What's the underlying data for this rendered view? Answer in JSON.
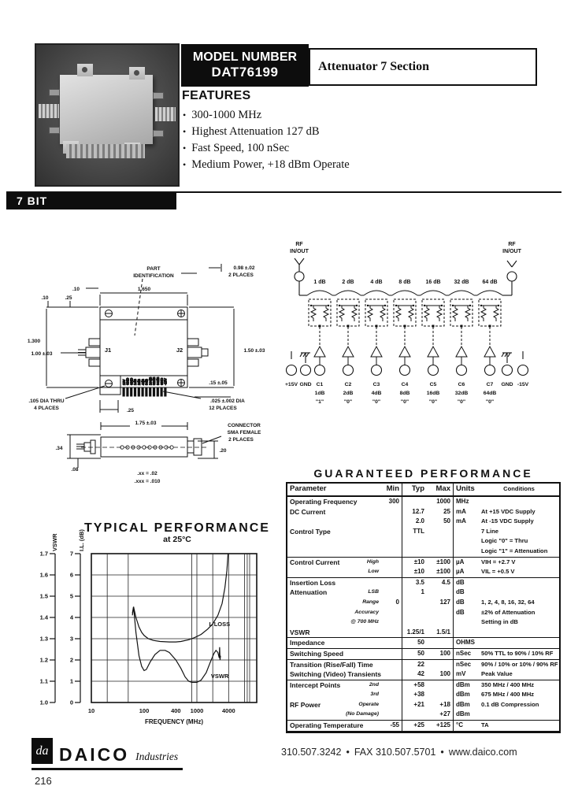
{
  "header": {
    "model_label": "MODEL NUMBER",
    "model_number": "DAT76199",
    "product_title": "Attenuator 7 Section",
    "features_title": "FEATURES",
    "bullet": "•",
    "features": [
      "300-1000 MHz",
      "Highest Attenuation 127 dB",
      "Fast Speed, 100 nSec",
      "Medium Power, +18 dBm Operate"
    ]
  },
  "banner": {
    "label": "7 BIT"
  },
  "mech": {
    "part_id_1": "PART",
    "part_id_2": "IDENTIFICATION",
    "dim_098": "0.98 ±.02",
    "places_2": "2 PLACES",
    "dim_10_top": ".10",
    "dim_10": ".10",
    "dim_25_top": ".25",
    "dim_1650": "1.650",
    "dim_1300": "1.300",
    "dim_100": "1.00 ±.03",
    "j1": "J1",
    "j2": "J2",
    "dim_150": "1.50 ±.03",
    "dim_15": ".15 ±.05",
    "dim_105": ".105 DIA THRU",
    "places_4": "4 PLACES",
    "dim_25_bottom": ".25",
    "dim_025": ".025 ±.002 DIA",
    "places_12": "12 PLACES",
    "pin_labels": [
      "15V",
      "GND",
      "GND",
      "1dB",
      "2dB",
      "4dB",
      "8dB",
      "16dB",
      "32dB",
      "64dB",
      "GND",
      "-15V"
    ],
    "dim_175": "1.75 ±.03",
    "dim_34": ".34",
    "dim_08": ".08",
    "dim_20": ".20",
    "connector_1": "CONNECTOR",
    "connector_2": "SMA FEMALE",
    "connector_3": "2 PLACES",
    "tol_xx": ".xx = .02",
    "tol_xxx": ".xxx = .010"
  },
  "schematic": {
    "rf_1": "RF",
    "rf_2": "IN/OUT",
    "sections": [
      "1 dB",
      "2 dB",
      "4 dB",
      "8 dB",
      "16 dB",
      "32 dB",
      "64 dB"
    ],
    "pins": [
      {
        "label": "+15V"
      },
      {
        "label": "GND"
      },
      {
        "label": "C1",
        "bit": "1dB",
        "logic": "\"1\""
      },
      {
        "label": "C2",
        "bit": "2dB",
        "logic": "\"0\""
      },
      {
        "label": "C3",
        "bit": "4dB",
        "logic": "\"0\""
      },
      {
        "label": "C4",
        "bit": "8dB",
        "logic": "\"0\""
      },
      {
        "label": "C5",
        "bit": "16dB",
        "logic": "\"0\""
      },
      {
        "label": "C6",
        "bit": "32dB",
        "logic": "\"0\""
      },
      {
        "label": "C7",
        "bit": "64dB",
        "logic": "\"0\""
      },
      {
        "label": "GND"
      },
      {
        "label": "-15V"
      }
    ]
  },
  "table": {
    "title": "GUARANTEED PERFORMANCE",
    "headers": [
      "Parameter",
      "Min",
      "Typ",
      "Max",
      "Units",
      "Conditions"
    ],
    "rows": [
      {
        "p": "Operating Frequency",
        "min": "300",
        "max": "1000",
        "u": "MHz"
      },
      {
        "p": "DC Current",
        "typ": "12.7",
        "max": "25",
        "u": "mA",
        "c": "At +15 VDC Supply"
      },
      {
        "typ": "2.0",
        "max": "50",
        "u": "mA",
        "c": "At -15 VDC Supply"
      },
      {
        "p": "Control Type",
        "typ": "TTL",
        "c": "7 Line"
      },
      {
        "c": "Logic \"0\" = Thru"
      },
      {
        "c": "Logic \"1\" = Attenuation"
      },
      {
        "p": "Control Current",
        "s": "High",
        "typ": "±10",
        "max": "±100",
        "u": "µA",
        "c": "VIH = +2.7 V",
        "sep": true
      },
      {
        "s": "Low",
        "typ": "±10",
        "max": "±100",
        "u": "µA",
        "c": "VIL = +0.5 V"
      },
      {
        "p": "Insertion Loss",
        "typ": "3.5",
        "max": "4.5",
        "u": "dB",
        "sep": true
      },
      {
        "p": "Attenuation",
        "s": "LSB",
        "typ": "1",
        "u": "dB"
      },
      {
        "s": "Range",
        "min": "0",
        "max": "127",
        "u": "dB",
        "c": "1, 2, 4, 8, 16, 32, 64"
      },
      {
        "s": "Accuracy",
        "u": "dB",
        "c": "±2% of Attenuation"
      },
      {
        "s": "@ 700 MHz",
        "c": "Setting in dB"
      },
      {
        "p": "VSWR",
        "typ": "1.25/1",
        "max": "1.5/1"
      },
      {
        "p": "Impedance",
        "typ": "50",
        "u": "OHMS",
        "sep": true
      },
      {
        "p": "Switching Speed",
        "typ": "50",
        "max": "100",
        "u": "nSec",
        "c": "50% TTL to 90% / 10% RF",
        "sep": true
      },
      {
        "p": "Transition (Rise/Fall) Time",
        "typ": "22",
        "u": "nSec",
        "c": "90% / 10% or 10% / 90% RF",
        "sep": true
      },
      {
        "p": "Switching (Video) Transients",
        "typ": "42",
        "max": "100",
        "u": "mV",
        "c": "Peak Value"
      },
      {
        "p": "Intercept Points",
        "s": "2nd",
        "typ": "+58",
        "u": "dBm",
        "c": "350 MHz / 400 MHz",
        "sep": true
      },
      {
        "s": "3rd",
        "typ": "+38",
        "u": "dBm",
        "c": "675 MHz / 400 MHz"
      },
      {
        "p": "RF Power",
        "s": "Operate",
        "typ": "+21",
        "max": "+18",
        "u": "dBm",
        "c": "0.1 dB Compression"
      },
      {
        "s": "(No Damage)",
        "max": "+27",
        "u": "dBm"
      },
      {
        "p": "Operating Temperature",
        "min": "-55",
        "typ": "+25",
        "max": "+125",
        "u": "°C",
        "c": "TA",
        "sep": true
      }
    ]
  },
  "chart_data": {
    "type": "line",
    "title": "TYPICAL PERFORMANCE",
    "subtitle": "at 25°C",
    "xlabel": "FREQUENCY (MHz)",
    "x_scale": "log",
    "xlim": [
      10,
      14000
    ],
    "x_ticks": [
      10,
      100,
      400,
      1000,
      4000
    ],
    "x_gridlines": [
      20,
      50,
      800,
      1000,
      2000,
      4000,
      8000,
      9000,
      10000
    ],
    "y_axis_vswr": {
      "label": "VSWR",
      "lim": [
        1.0,
        1.7
      ],
      "ticks": [
        "1.0",
        "1.1",
        "1.2",
        "1.3",
        "1.4",
        "1.5",
        "1.6",
        "1.7"
      ]
    },
    "y_axis_il": {
      "label": "I.L. (dB)",
      "lim": [
        0,
        7
      ],
      "ticks": [
        "0",
        "1",
        "2",
        "3",
        "4",
        "5",
        "6",
        "7"
      ]
    },
    "y_gridlines_il": [
      1,
      2,
      3,
      4,
      5,
      6
    ],
    "series": [
      {
        "name": "I. LOSS",
        "axis": "il",
        "label_xy": [
          1700,
          3.6
        ],
        "points": [
          [
            60,
            4.1
          ],
          [
            63,
            4.5
          ],
          [
            70,
            4.0
          ],
          [
            80,
            3.55
          ],
          [
            90,
            3.3
          ],
          [
            100,
            3.15
          ],
          [
            120,
            3.0
          ],
          [
            150,
            2.92
          ],
          [
            200,
            2.87
          ],
          [
            300,
            2.85
          ],
          [
            400,
            2.85
          ],
          [
            500,
            2.87
          ],
          [
            700,
            2.95
          ],
          [
            900,
            3.05
          ],
          [
            1200,
            3.2
          ],
          [
            1600,
            3.45
          ],
          [
            2000,
            3.7
          ],
          [
            2500,
            4.1
          ],
          [
            3000,
            4.65
          ],
          [
            3400,
            5.4
          ],
          [
            3700,
            6.2
          ],
          [
            3900,
            7.0
          ]
        ]
      },
      {
        "name": "VSWR",
        "axis": "vswr",
        "label_xy": [
          1850,
          1.115
        ],
        "points": [
          [
            60,
            1.42
          ],
          [
            63,
            1.45
          ],
          [
            70,
            1.33
          ],
          [
            80,
            1.22
          ],
          [
            90,
            1.17
          ],
          [
            100,
            1.15
          ],
          [
            110,
            1.155
          ],
          [
            130,
            1.19
          ],
          [
            160,
            1.225
          ],
          [
            200,
            1.245
          ],
          [
            250,
            1.245
          ],
          [
            300,
            1.235
          ],
          [
            400,
            1.2
          ],
          [
            500,
            1.16
          ],
          [
            600,
            1.12
          ],
          [
            700,
            1.1
          ],
          [
            800,
            1.095
          ],
          [
            1000,
            1.095
          ],
          [
            1200,
            1.105
          ],
          [
            1500,
            1.14
          ],
          [
            1800,
            1.19
          ],
          [
            2100,
            1.23
          ],
          [
            2300,
            1.245
          ],
          [
            2500,
            1.235
          ],
          [
            2650,
            1.21
          ],
          [
            2700,
            1.26
          ],
          [
            2750,
            1.2
          ],
          [
            2800,
            1.22
          ]
        ]
      }
    ]
  },
  "footer": {
    "logo_initials": "da",
    "brand": "DAICO",
    "brand_sub": "Industries",
    "phone": "310.507.3242",
    "fax": "FAX 310.507.5701",
    "web": "www.daico.com",
    "dot": "•",
    "page_number": "216"
  }
}
